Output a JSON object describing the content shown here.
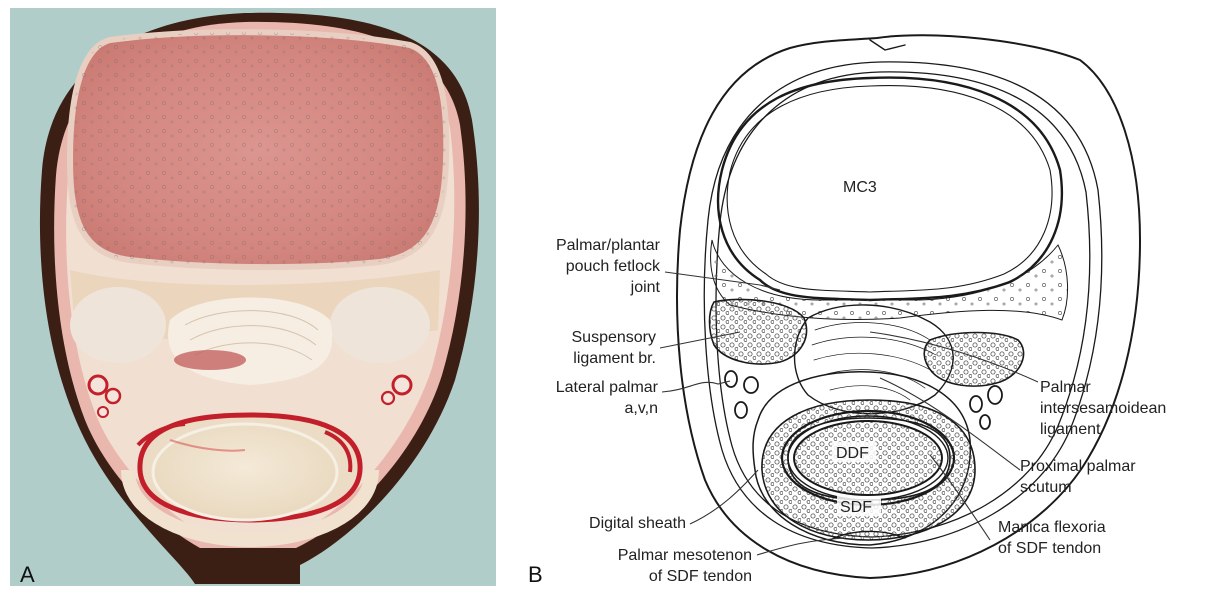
{
  "panels": {
    "a": "A",
    "b": "B"
  },
  "structures": {
    "mc3": "MC3",
    "ddf": "DDF",
    "sdf": "SDF"
  },
  "labels": {
    "palmar_pouch": [
      "Palmar/plantar",
      "pouch fetlock",
      "joint"
    ],
    "suspensory": [
      "Suspensory",
      "ligament br."
    ],
    "lateral_palmar": [
      "Lateral palmar",
      "a,v,n"
    ],
    "digital_sheath": [
      "Digital sheath"
    ],
    "mesotenon": [
      "Palmar mesotenon",
      "of SDF tendon"
    ],
    "intersesamoidean": [
      "Palmar",
      "intersesamoidean",
      "ligament"
    ],
    "scutum": [
      "Proximal palmar",
      "scutum"
    ],
    "manica": [
      "Manica flexoria",
      "of SDF tendon"
    ]
  }
}
